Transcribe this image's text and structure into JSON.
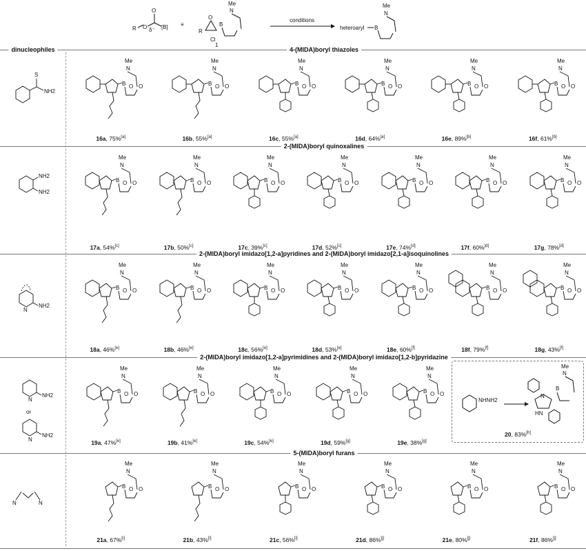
{
  "header": {
    "left_formula": {
      "r": "R",
      "o": "O",
      "c_o": "O",
      "delta_minus": "δ⁻",
      "delta_plus": "δ⁺",
      "b": "[B]"
    },
    "equiv": "≡",
    "compound1": {
      "r": "R",
      "o": "O",
      "cl": "Cl",
      "b": "B",
      "n": "N",
      "me": "Me",
      "number": "1"
    },
    "arrow_label": "conditions",
    "product": {
      "heteroaryl": "heteroaryl",
      "b": "B",
      "n": "N",
      "me": "Me"
    }
  },
  "atoms": {
    "me": "Me",
    "n": "N",
    "b": "B",
    "o": "O"
  },
  "left_header": "dinucleophiles",
  "rows": [
    {
      "title": "4-(MIDA)boryl  thiazoles",
      "reagent": [
        "S",
        "NH2"
      ],
      "compounds": [
        {
          "id": "16a",
          "yield": "75%",
          "note": "[a]"
        },
        {
          "id": "16b",
          "yield": "55%",
          "note": "[a]"
        },
        {
          "id": "16c",
          "yield": "55%",
          "note": "[a]"
        },
        {
          "id": "16d",
          "yield": "64%",
          "note": "[a]"
        },
        {
          "id": "16e",
          "yield": "89%",
          "note": "[b]"
        },
        {
          "id": "16f",
          "yield": "61%",
          "note": "[b]"
        }
      ]
    },
    {
      "title": "2-(MIDA)boryl  quinoxalines",
      "reagent": [
        "NH2",
        "NH2"
      ],
      "compounds": [
        {
          "id": "17a",
          "yield": "54%",
          "note": "[c]"
        },
        {
          "id": "17b",
          "yield": "50%",
          "note": "[c]"
        },
        {
          "id": "17c",
          "yield": "39%",
          "note": "[c]"
        },
        {
          "id": "17d",
          "yield": "52%",
          "note": "[c]"
        },
        {
          "id": "17e",
          "yield": "74%",
          "note": "[d]"
        },
        {
          "id": "17f",
          "yield": "60%",
          "note": "[d]"
        },
        {
          "id": "17g",
          "yield": "78%",
          "note": "[d]"
        }
      ]
    },
    {
      "title": "2-(MIDA)boryl imidazo[1,2-a]pyridines and 2-(MIDA)boryl imidazo[2,1-a]isoquinolines",
      "reagent": [
        "N",
        "NH2"
      ],
      "compounds": [
        {
          "id": "18a",
          "yield": "46%",
          "note": "[e]"
        },
        {
          "id": "18b",
          "yield": "46%",
          "note": "[e]"
        },
        {
          "id": "18c",
          "yield": "56%",
          "note": "[e]"
        },
        {
          "id": "18d",
          "yield": "53%",
          "note": "[e]"
        },
        {
          "id": "18e",
          "yield": "60%",
          "note": "[f]"
        },
        {
          "id": "18f",
          "yield": "79%",
          "note": "[f]"
        },
        {
          "id": "18g",
          "yield": "43%",
          "note": "[f]"
        }
      ]
    },
    {
      "title": "2-(MIDA)boryl imidazo[1,2-a]pyrimidines and 2-(MIDA)boryl imidazo[1,2-b]pyridazine",
      "reagent": [
        "N",
        "NH2",
        "or",
        "N",
        "NH2"
      ],
      "compounds": [
        {
          "id": "19a",
          "yield": "47%",
          "note": "[e]"
        },
        {
          "id": "19b",
          "yield": "41%",
          "note": "[e]"
        },
        {
          "id": "19c",
          "yield": "54%",
          "note": "[e]"
        },
        {
          "id": "19d",
          "yield": "59%",
          "note": "[g]"
        },
        {
          "id": "19e",
          "yield": "38%",
          "note": "[g]"
        }
      ]
    },
    {
      "title": "5-(MIDA)boryl furans",
      "reagent": [
        "N",
        "N"
      ],
      "compounds": [
        {
          "id": "21a",
          "yield": "67%",
          "note": "[i]"
        },
        {
          "id": "21b",
          "yield": "43%",
          "note": "[i]"
        },
        {
          "id": "21c",
          "yield": "56%",
          "note": "[i]"
        },
        {
          "id": "21d",
          "yield": "86%",
          "note": "[j]"
        },
        {
          "id": "21e",
          "yield": "80%",
          "note": "[j]"
        },
        {
          "id": "21f",
          "yield": "86%",
          "note": "[j]"
        }
      ]
    }
  ],
  "box": {
    "reagent": "NHNH2",
    "n": "N",
    "nh": "HN",
    "id": "20",
    "yield": "83%",
    "note": "[h]"
  }
}
